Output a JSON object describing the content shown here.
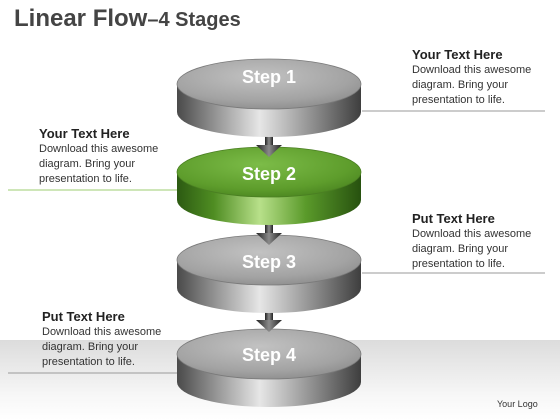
{
  "title": {
    "main": "Linear Flow",
    "sub": "4 Stages"
  },
  "stages": [
    {
      "label": "Step 1",
      "color": "gray"
    },
    {
      "label": "Step 2",
      "color": "green"
    },
    {
      "label": "Step 3",
      "color": "gray"
    },
    {
      "label": "Step 4",
      "color": "gray"
    }
  ],
  "notes": [
    {
      "heading": "Your Text Here",
      "body": "Download this awesome diagram. Bring your presentation to life."
    },
    {
      "heading": "Your Text Here",
      "body": "Download this awesome diagram. Bring your presentation to life."
    },
    {
      "heading": "Put Text Here",
      "body": "Download this awesome diagram. Bring your presentation to life."
    },
    {
      "heading": "Put Text Here",
      "body": "Download this awesome diagram. Bring your presentation to life."
    }
  ],
  "logo": "Your Logo",
  "colors": {
    "gray_top": "#a8a8a8",
    "green_top": "#5e9d2c",
    "connector_line": "#9a9a9a"
  }
}
